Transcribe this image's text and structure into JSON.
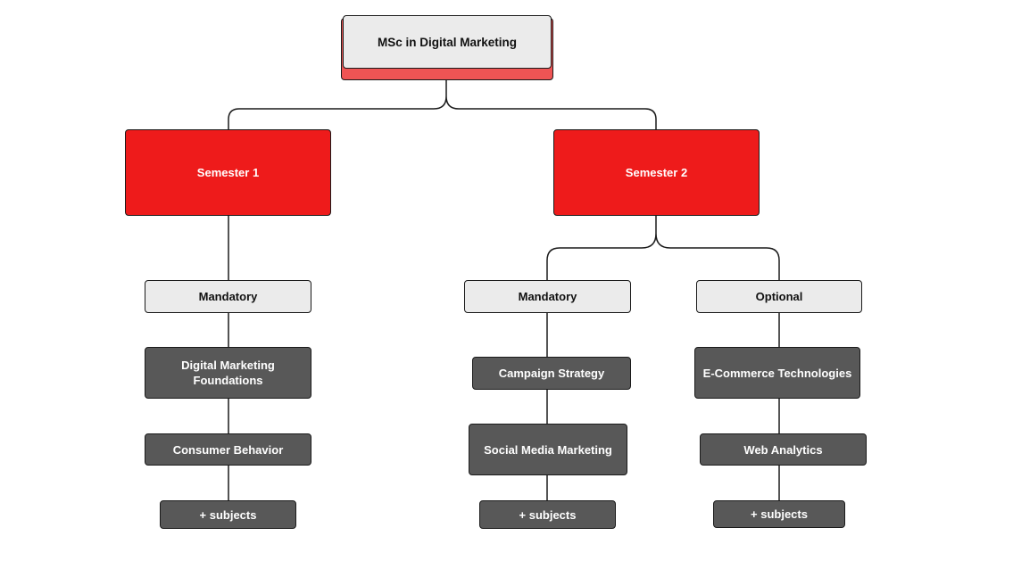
{
  "diagram": {
    "root": {
      "label": "MSc in Digital Marketing"
    },
    "semesters": [
      {
        "label": "Semester 1",
        "groups": [
          {
            "label": "Mandatory",
            "subjects": [
              "Digital Marketing Foundations",
              "Consumer Behavior"
            ],
            "more_label": "+ subjects"
          }
        ]
      },
      {
        "label": "Semester 2",
        "groups": [
          {
            "label": "Mandatory",
            "subjects": [
              "Campaign Strategy",
              "Social Media Marketing"
            ],
            "more_label": "+ subjects"
          },
          {
            "label": "Optional",
            "subjects": [
              "E-Commerce Technologies",
              "Web Analytics"
            ],
            "more_label": "+ subjects"
          }
        ]
      }
    ],
    "colors": {
      "accent_red": "#ee1b1b",
      "root_shadow": "#ef5454",
      "light_box": "#ebebeb",
      "dark_box": "#585858",
      "line": "#1a1a1a"
    }
  }
}
